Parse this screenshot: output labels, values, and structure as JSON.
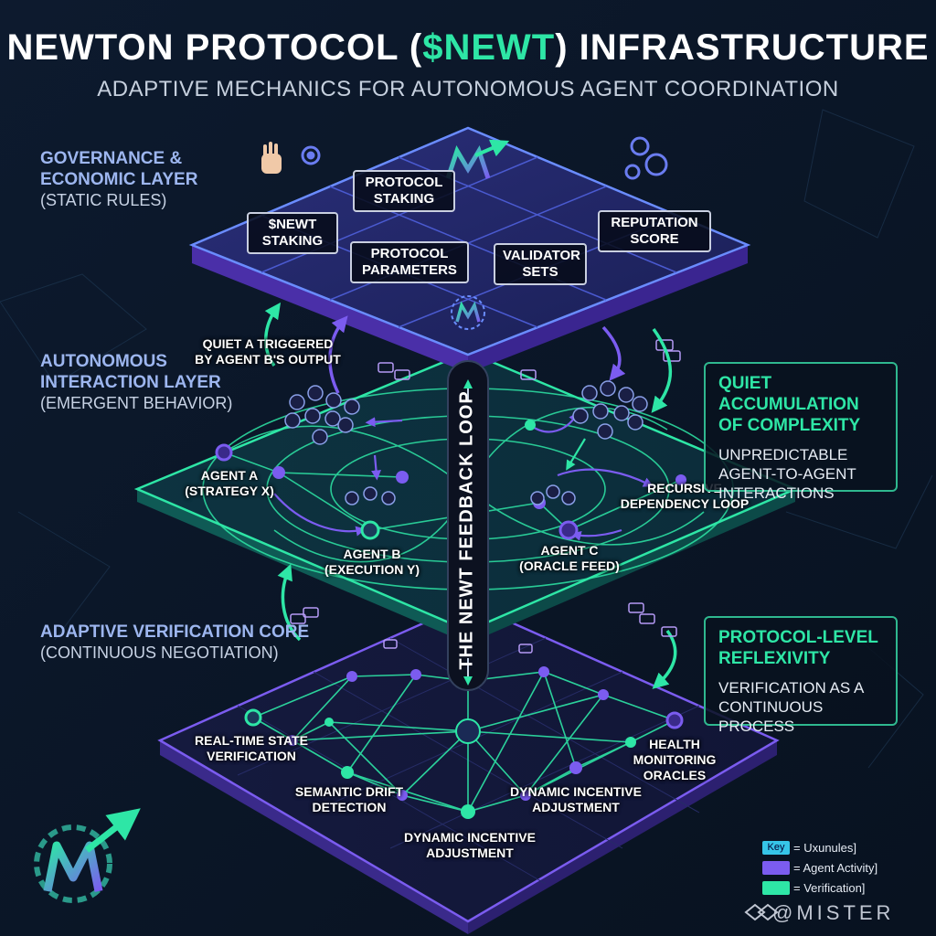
{
  "title": {
    "prefix": "NEWTON PROTOCOL (",
    "accent": "$NEWT",
    "suffix": ") INFRASTRUCTURE"
  },
  "subtitle": "ADAPTIVE MECHANICS FOR AUTONOMOUS AGENT COORDINATION",
  "layers": {
    "governance": {
      "heading_1": "GOVERNANCE &",
      "heading_2": "ECONOMIC LAYER",
      "sub": "(STATIC RULES)"
    },
    "interaction": {
      "heading_1": "AUTONOMOUS",
      "heading_2": "INTERACTION LAYER",
      "sub": "(EMERGENT BEHAVIOR)"
    },
    "verification": {
      "heading": "ADAPTIVE VERIFICATION CORE",
      "sub": "(CONTINUOUS NEGOTIATION)"
    }
  },
  "governance_boxes": {
    "protocol_staking": [
      "PROTOCOL",
      "STAKING"
    ],
    "newt_staking": [
      "$NEWT",
      "STAKING"
    ],
    "reputation_score": [
      "REPUTATION",
      "SCORE"
    ],
    "protocol_parameters": [
      "PROTOCOL",
      "PARAMETERS"
    ],
    "validator_sets": [
      "VALIDATOR",
      "SETS"
    ]
  },
  "interaction_labels": {
    "trigger": [
      "QUIET A TRIGGERED",
      "BY AGENT B'S OUTPUT"
    ],
    "agent_a": [
      "AGENT A",
      "(STRATEGY X)"
    ],
    "agent_b": [
      "AGENT B",
      "(EXECUTION Y)"
    ],
    "agent_c": [
      "AGENT C",
      "(ORACLE FEED)"
    ],
    "recursive": [
      "RECURSIVE",
      "DEPENDENCY LOOP"
    ]
  },
  "feedback_loop": "THE NEWT FEEDBACK LOOP",
  "verification_labels": {
    "realtime": [
      "REAL-TIME STATE",
      "VERIFICATION"
    ],
    "drift": [
      "SEMANTIC DRIFT",
      "DETECTION"
    ],
    "incentive_mid": [
      "DYNAMIC INCENTIVE",
      "ADJUSTMENT"
    ],
    "incentive_bottom": [
      "DYNAMIC INCENTIVE",
      "ADJUSTMENT"
    ],
    "health": [
      "HEALTH MONITORING",
      "ORACLES"
    ]
  },
  "panels": {
    "complexity": {
      "heading": [
        "QUIET ACCUMULATION",
        "OF COMPLEXITY"
      ],
      "body": [
        "UNPREDICTABLE",
        "AGENT-TO-AGENT",
        "INTERACTIONS"
      ]
    },
    "reflexivity": {
      "heading": [
        "PROTOCOL-LEVEL",
        "REFLEXIVITY"
      ],
      "body": [
        "VERIFICATION AS A",
        "CONTINUOUS PROCESS"
      ]
    }
  },
  "key": {
    "swatch_label": "Key",
    "rows": [
      "= Uxunules]",
      "= Agent Activity]",
      "= Verification]"
    ]
  },
  "watermark": "@MISTER",
  "colors": {
    "background": "#0b1526",
    "purple": "#7b5cf0",
    "teal": "#2ee6a6",
    "key_blue": "#36c5e8",
    "key_purple": "#7b5cf0",
    "key_teal": "#2ee6a6"
  },
  "icons": [
    "hand-icon",
    "gear-icon",
    "newton-logo-icon",
    "agent-cluster-icon",
    "message-icon"
  ]
}
